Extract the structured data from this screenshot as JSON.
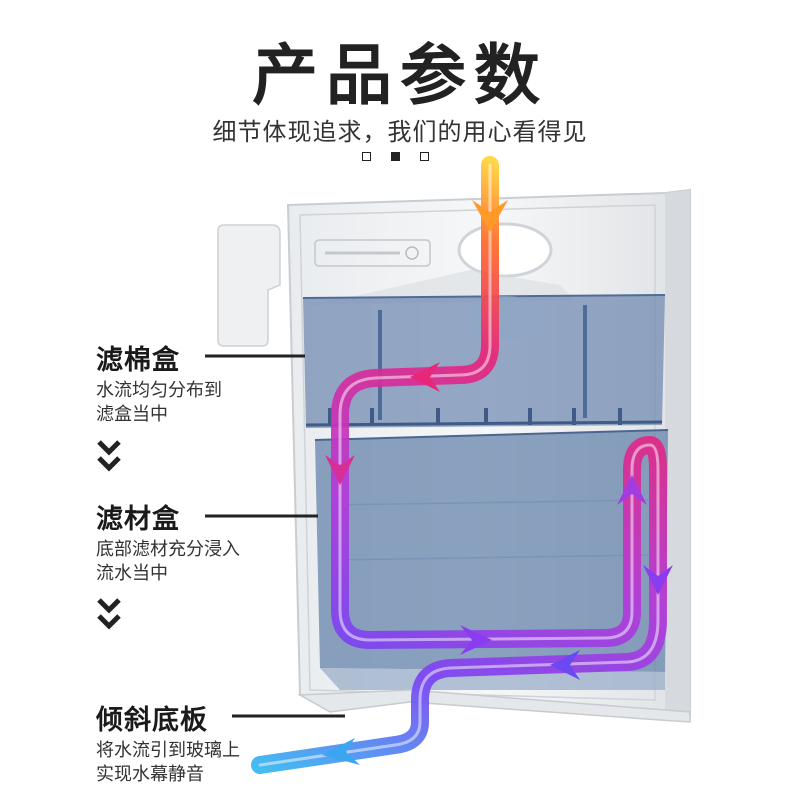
{
  "header": {
    "title": "产品参数",
    "subtitle": "细节体现追求，我们的用心看得见",
    "pager": [
      false,
      true,
      false
    ]
  },
  "labels": [
    {
      "title": "滤棉盒",
      "desc_lines": [
        "水流均匀分布到",
        "滤盒当中"
      ]
    },
    {
      "title": "滤材盒",
      "desc_lines": [
        "底部滤材充分浸入",
        "流水当中"
      ]
    },
    {
      "title": "倾斜底板",
      "desc_lines": [
        "将水流引到玻璃上",
        "实现水幕静音"
      ]
    }
  ],
  "colors": {
    "box_edge": "#c9cdd2",
    "water": "#5f7fa8",
    "flow_start": "#ffd43a",
    "flow_mid": "#e8267a",
    "flow_purple": "#8a3cf0",
    "flow_end": "#35b8f0"
  },
  "icons": [
    "chevron-down-double-icon"
  ]
}
